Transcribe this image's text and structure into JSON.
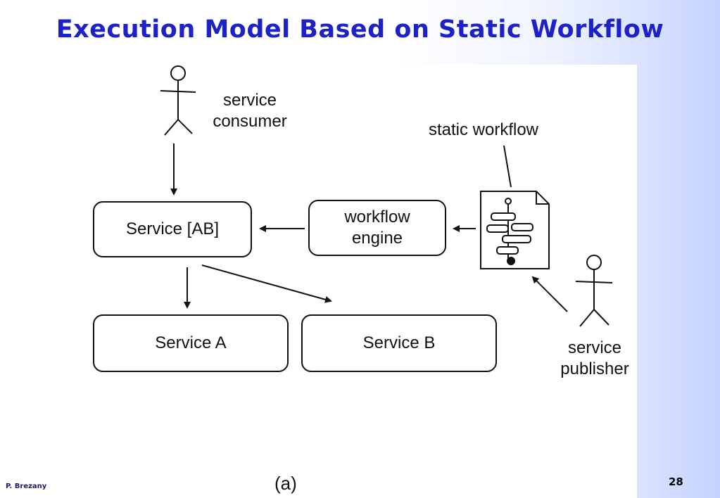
{
  "slide": {
    "title": "Execution Model Based on Static Workflow",
    "author": "P. Brezany",
    "page_number": "28",
    "caption": "(a)"
  },
  "diagram": {
    "consumer_label_line1": "service",
    "consumer_label_line2": "consumer",
    "static_workflow_label": "static workflow",
    "service_ab": "Service [AB]",
    "workflow_engine_line1": "workflow",
    "workflow_engine_line2": "engine",
    "service_a": "Service A",
    "service_b": "Service B",
    "publisher_label_line1": "service",
    "publisher_label_line2": "publisher"
  }
}
